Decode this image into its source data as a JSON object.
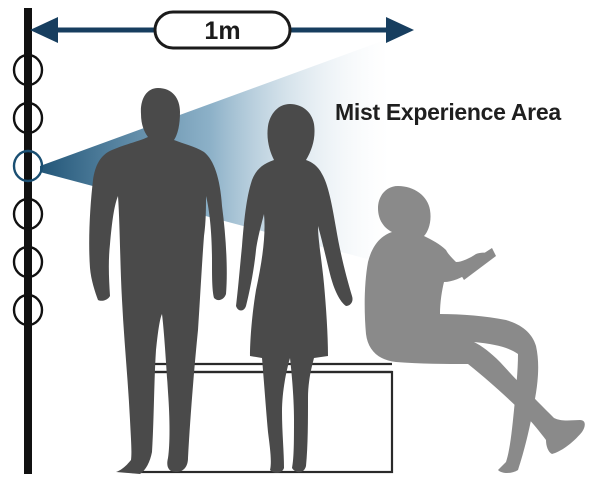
{
  "dimension": {
    "label": "1m"
  },
  "area": {
    "label": "Mist Experience Area"
  },
  "colors": {
    "pole": "#111111",
    "arrow": "#173e5f",
    "mist_dark": "#1a4f72",
    "figure_dark": "#4a4a4a",
    "figure_light": "#8a8a8a",
    "bench_outline": "#2a2a2a"
  },
  "nozzles": {
    "count": 6,
    "active_index": 2
  }
}
